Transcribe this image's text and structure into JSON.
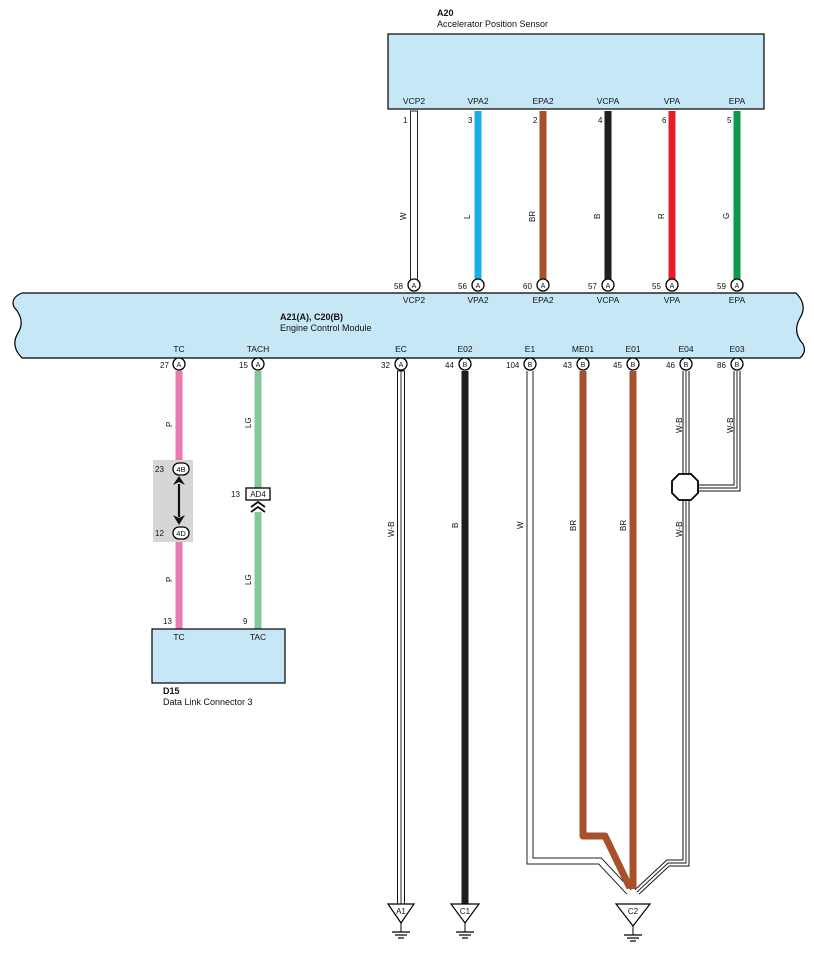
{
  "colors": {
    "box_fill": "#c6e7f6",
    "W": "#ffffff",
    "L": "#1aaee6",
    "BR": "#a84f2c",
    "B": "#1e1e1e",
    "R": "#e3202a",
    "G": "#0a9a48",
    "P": "#ea7ab3",
    "LG": "#82c89a",
    "W-B": "#ffffff"
  },
  "sensor": {
    "code": "A20",
    "name": "Accelerator Position Sensor",
    "terminals": [
      {
        "name": "VCP2",
        "pin": "1",
        "wire": "W",
        "ecm_pin": "58",
        "conn": "A"
      },
      {
        "name": "VPA2",
        "pin": "3",
        "wire": "L",
        "ecm_pin": "56",
        "conn": "A"
      },
      {
        "name": "EPA2",
        "pin": "2",
        "wire": "BR",
        "ecm_pin": "60",
        "conn": "A"
      },
      {
        "name": "VCPA",
        "pin": "4",
        "wire": "B",
        "ecm_pin": "57",
        "conn": "A"
      },
      {
        "name": "VPA",
        "pin": "6",
        "wire": "R",
        "ecm_pin": "55",
        "conn": "A"
      },
      {
        "name": "EPA",
        "pin": "5",
        "wire": "G",
        "ecm_pin": "59",
        "conn": "A"
      }
    ]
  },
  "ecm": {
    "code": "A21(A), C20(B)",
    "name": "Engine Control Module",
    "bottom_terminals": [
      {
        "name": "TC",
        "pin": "27",
        "conn": "A",
        "wire": "P"
      },
      {
        "name": "TACH",
        "pin": "15",
        "conn": "A",
        "wire": "LG"
      },
      {
        "name": "EC",
        "pin": "32",
        "conn": "A",
        "wire": "W-B"
      },
      {
        "name": "E02",
        "pin": "44",
        "conn": "B",
        "wire": "B"
      },
      {
        "name": "E1",
        "pin": "104",
        "conn": "B",
        "wire": "W"
      },
      {
        "name": "ME01",
        "pin": "43",
        "conn": "B",
        "wire": "BR"
      },
      {
        "name": "E01",
        "pin": "45",
        "conn": "B",
        "wire": "BR"
      },
      {
        "name": "E04",
        "pin": "46",
        "conn": "B",
        "wire": "W-B"
      },
      {
        "name": "E03",
        "pin": "86",
        "conn": "B",
        "wire": "W-B"
      }
    ]
  },
  "dlc": {
    "code": "D15",
    "name": "Data Link Connector 3",
    "terminals": [
      {
        "name": "TC",
        "pin": "13",
        "wire": "P"
      },
      {
        "name": "TAC",
        "pin": "9",
        "wire": "LG"
      }
    ]
  },
  "junction": {
    "top_pin": "23",
    "top_label": "4B",
    "bottom_pin": "12",
    "bottom_label": "4D"
  },
  "inline_connector": {
    "pin": "13",
    "label": "AD4"
  },
  "wire_labels": {
    "tc_upper": "P",
    "tc_lower": "P",
    "tach_upper": "LG",
    "tach_lower": "LG",
    "ec": "W-B",
    "e02": "B",
    "e1": "W",
    "me01": "BR",
    "e01": "BR",
    "e04_upper": "W-B",
    "e03": "W-B",
    "e04_lower": "W-B"
  },
  "grounds": {
    "a1": "A1",
    "c1": "C1",
    "c2": "C2"
  }
}
